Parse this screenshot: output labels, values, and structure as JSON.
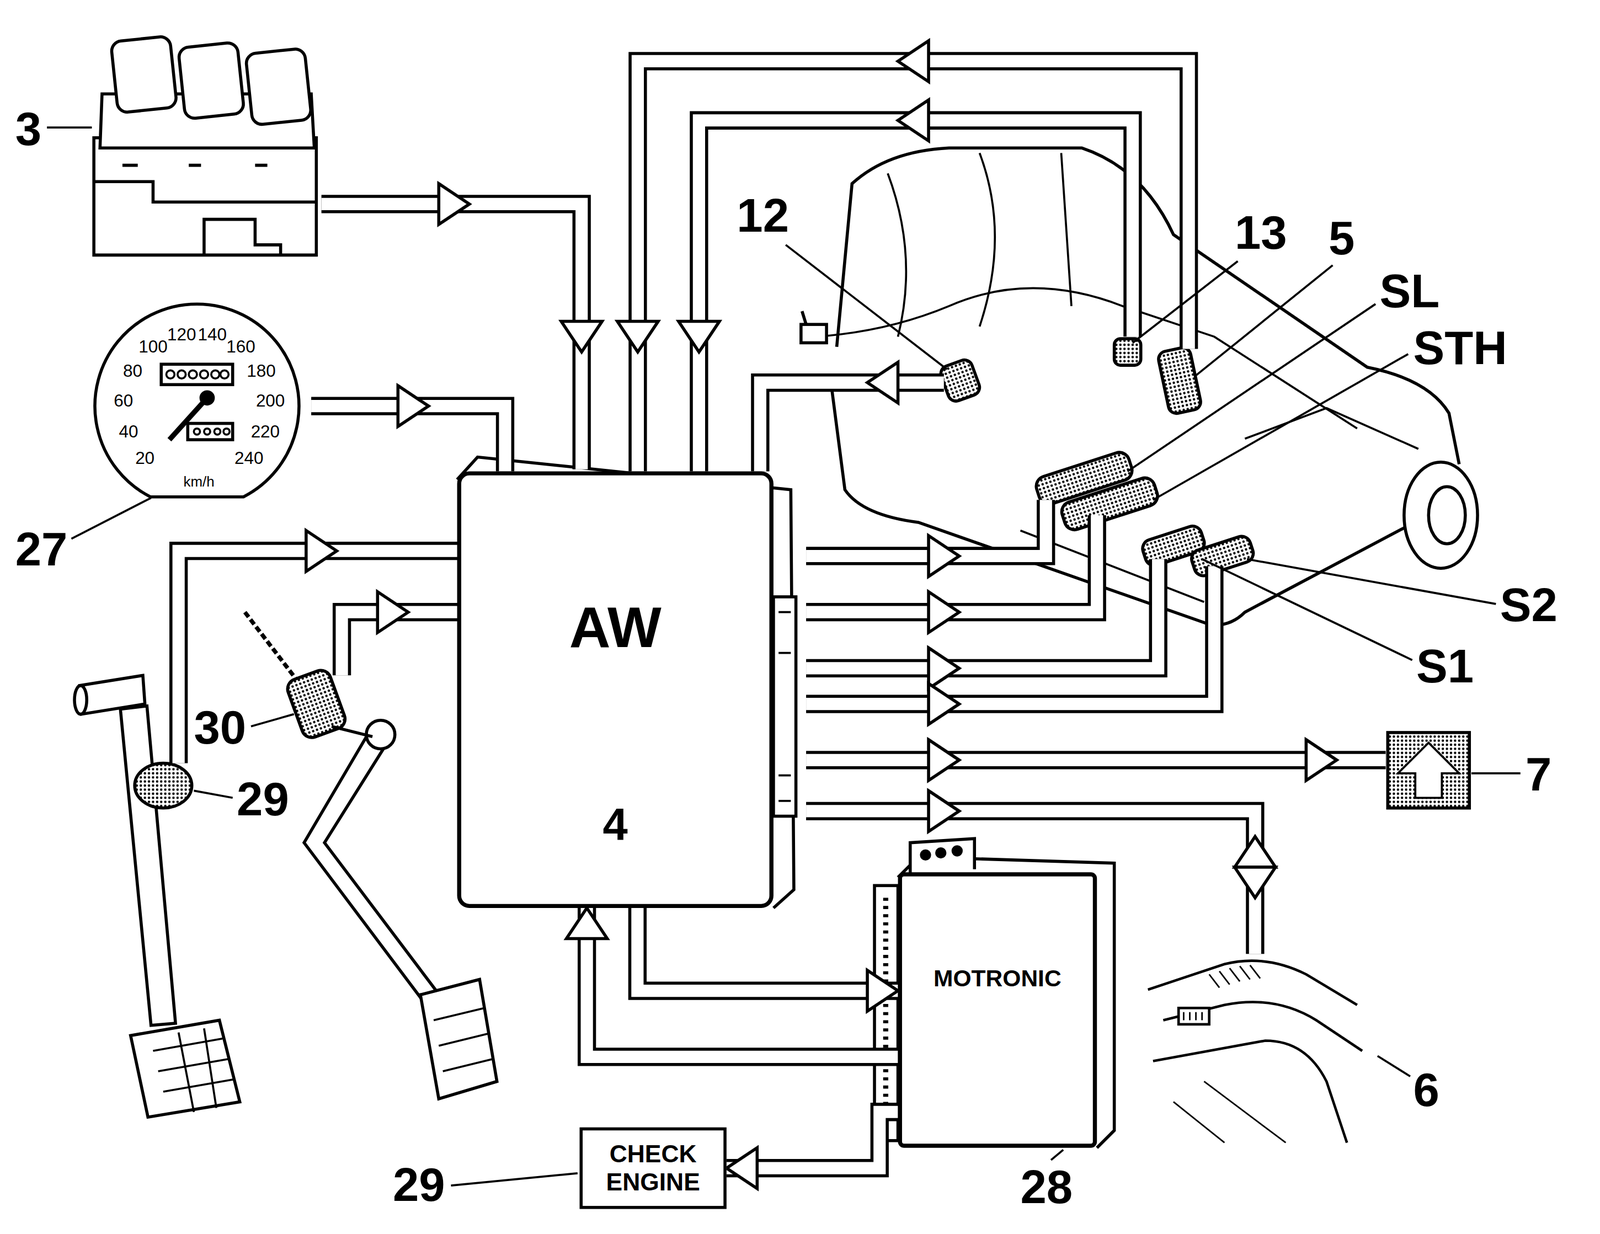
{
  "diagram": {
    "nodes": [
      {
        "text": [
          "AW",
          "4"
        ]
      },
      {
        "text": [
          "MOTRONIC"
        ]
      },
      {
        "text": [
          "CHECK ENGINE"
        ]
      }
    ],
    "edges": [
      {
        "from": 0,
        "to": 1,
        "arrow": "to"
      },
      {
        "from": 1,
        "to": 0,
        "arrow": "to"
      },
      {
        "from": 1,
        "to": 2,
        "arrow": "to"
      }
    ],
    "labels": [
      "3",
      "12",
      "13",
      "5",
      "SL",
      "STH",
      "100",
      "120",
      "140",
      "80",
      "160",
      "60",
      "180",
      "40",
      "200",
      "220",
      "20",
      "240",
      "km/h",
      "27",
      "S2",
      "S1",
      "30",
      "7",
      "29",
      "6",
      "29",
      "28"
    ]
  }
}
